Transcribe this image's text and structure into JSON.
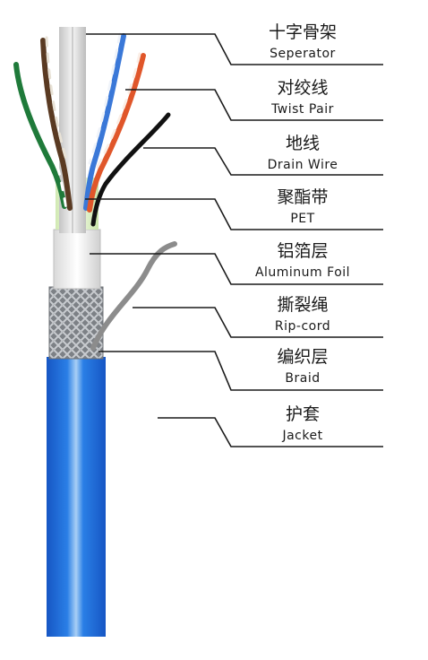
{
  "layers": [
    {
      "key": "separator",
      "cn": "十字骨架",
      "en": "Seperator"
    },
    {
      "key": "twist_pair",
      "cn": "对绞线",
      "en": "Twist Pair"
    },
    {
      "key": "drain_wire",
      "cn": "地线",
      "en": "Drain Wire"
    },
    {
      "key": "pet",
      "cn": "聚酯带",
      "en": "PET"
    },
    {
      "key": "aluminum_foil",
      "cn": "铝箔层",
      "en": "Aluminum Foil"
    },
    {
      "key": "rip_cord",
      "cn": "撕裂绳",
      "en": "Rip-cord"
    },
    {
      "key": "braid",
      "cn": "编织层",
      "en": "Braid"
    },
    {
      "key": "jacket",
      "cn": "护套",
      "en": "Jacket"
    }
  ],
  "colors": {
    "jacket": "#1f6fd8",
    "braid": "#8a8f94",
    "foil": "#f2f2f2",
    "pet": "#dff0c8",
    "separator": "#d6d6d6",
    "drain_wire": "#111111",
    "rip_cord": "#8c8c8c",
    "pair_green": "#1f7a3a",
    "pair_brown": "#5a3a22",
    "pair_blue": "#3a78d8",
    "pair_orange": "#e0562a"
  }
}
